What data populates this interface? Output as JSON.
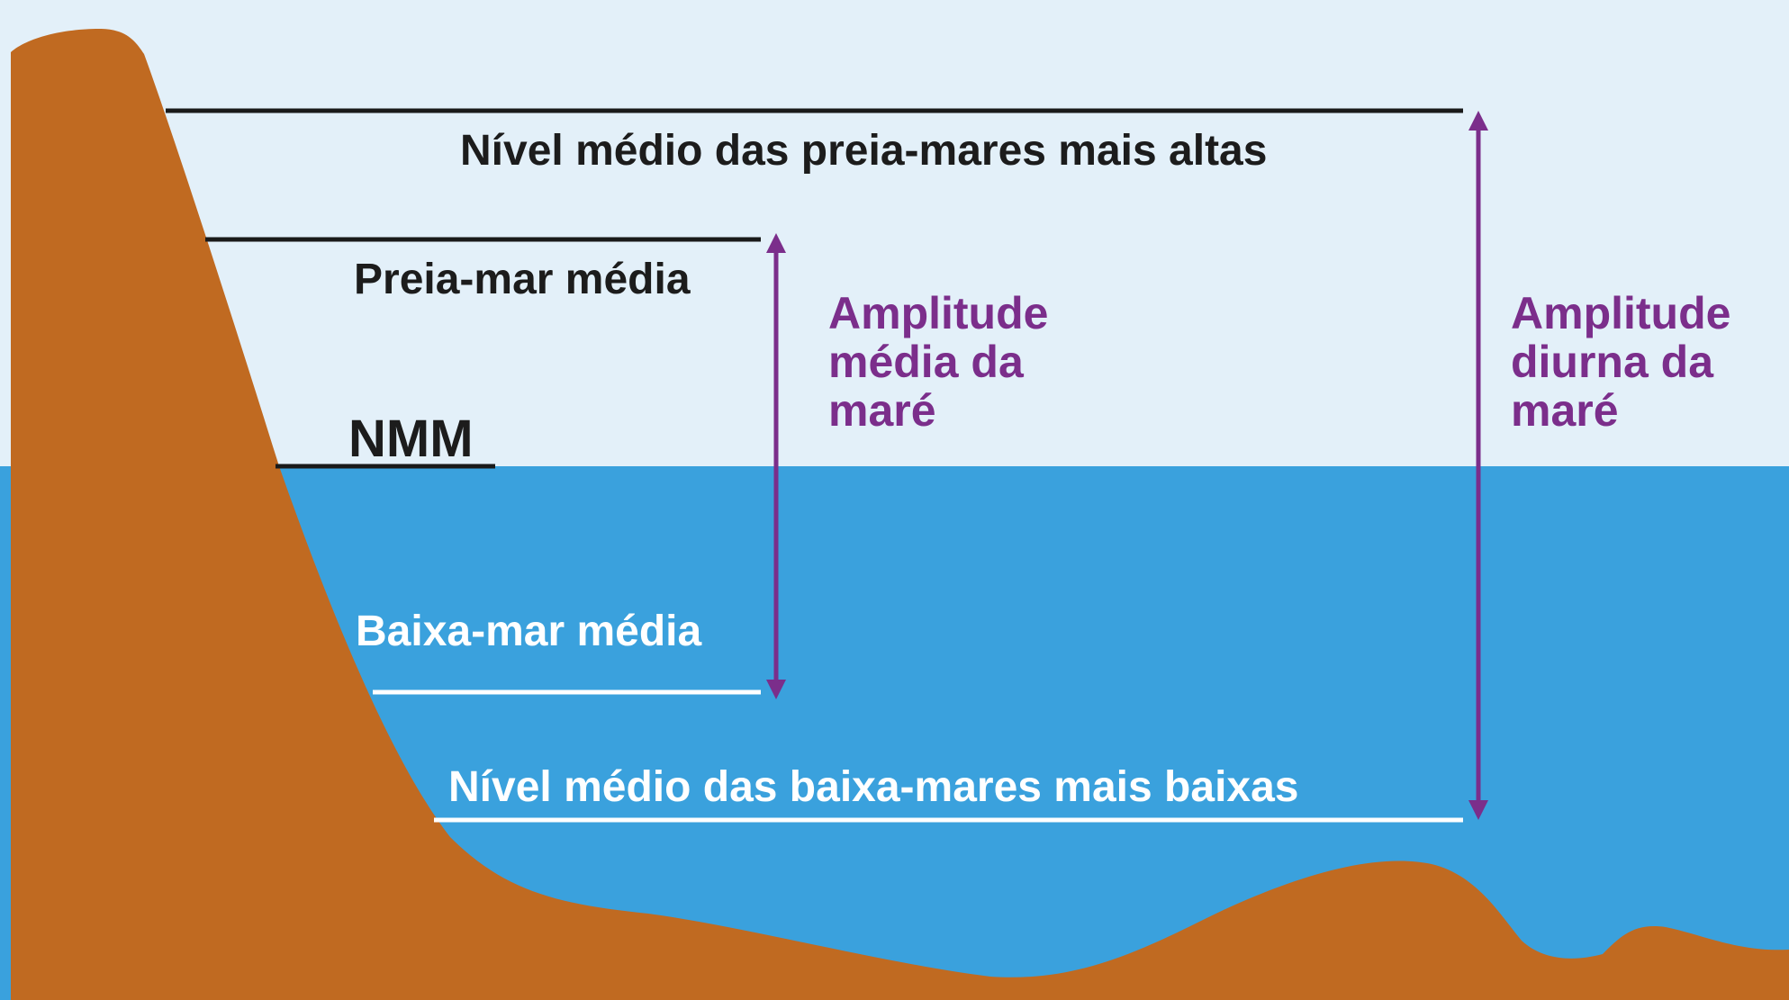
{
  "levels": {
    "highest_high": "Nível médio das preia-mares mais altas",
    "mean_high": "Preia-mar média",
    "msl": "NMM",
    "mean_low": "Baixa-mar média",
    "lowest_low": "Nível médio das baixa-mares mais baixas"
  },
  "ranges": {
    "mean_range": [
      "Amplitude",
      "média da",
      "maré"
    ],
    "diurnal_range": [
      "Amplitude",
      "diurna da",
      "maré"
    ]
  },
  "colors": {
    "sky": "#E3F0F9",
    "water": "#3AA1DD",
    "land": "#C06A21",
    "arrow": "#7B2E8B",
    "dark_line": "#1A1A1A",
    "light_line": "#FFFFFF",
    "dark_text": "#1C1C1C",
    "light_text": "#FFFFFF"
  }
}
